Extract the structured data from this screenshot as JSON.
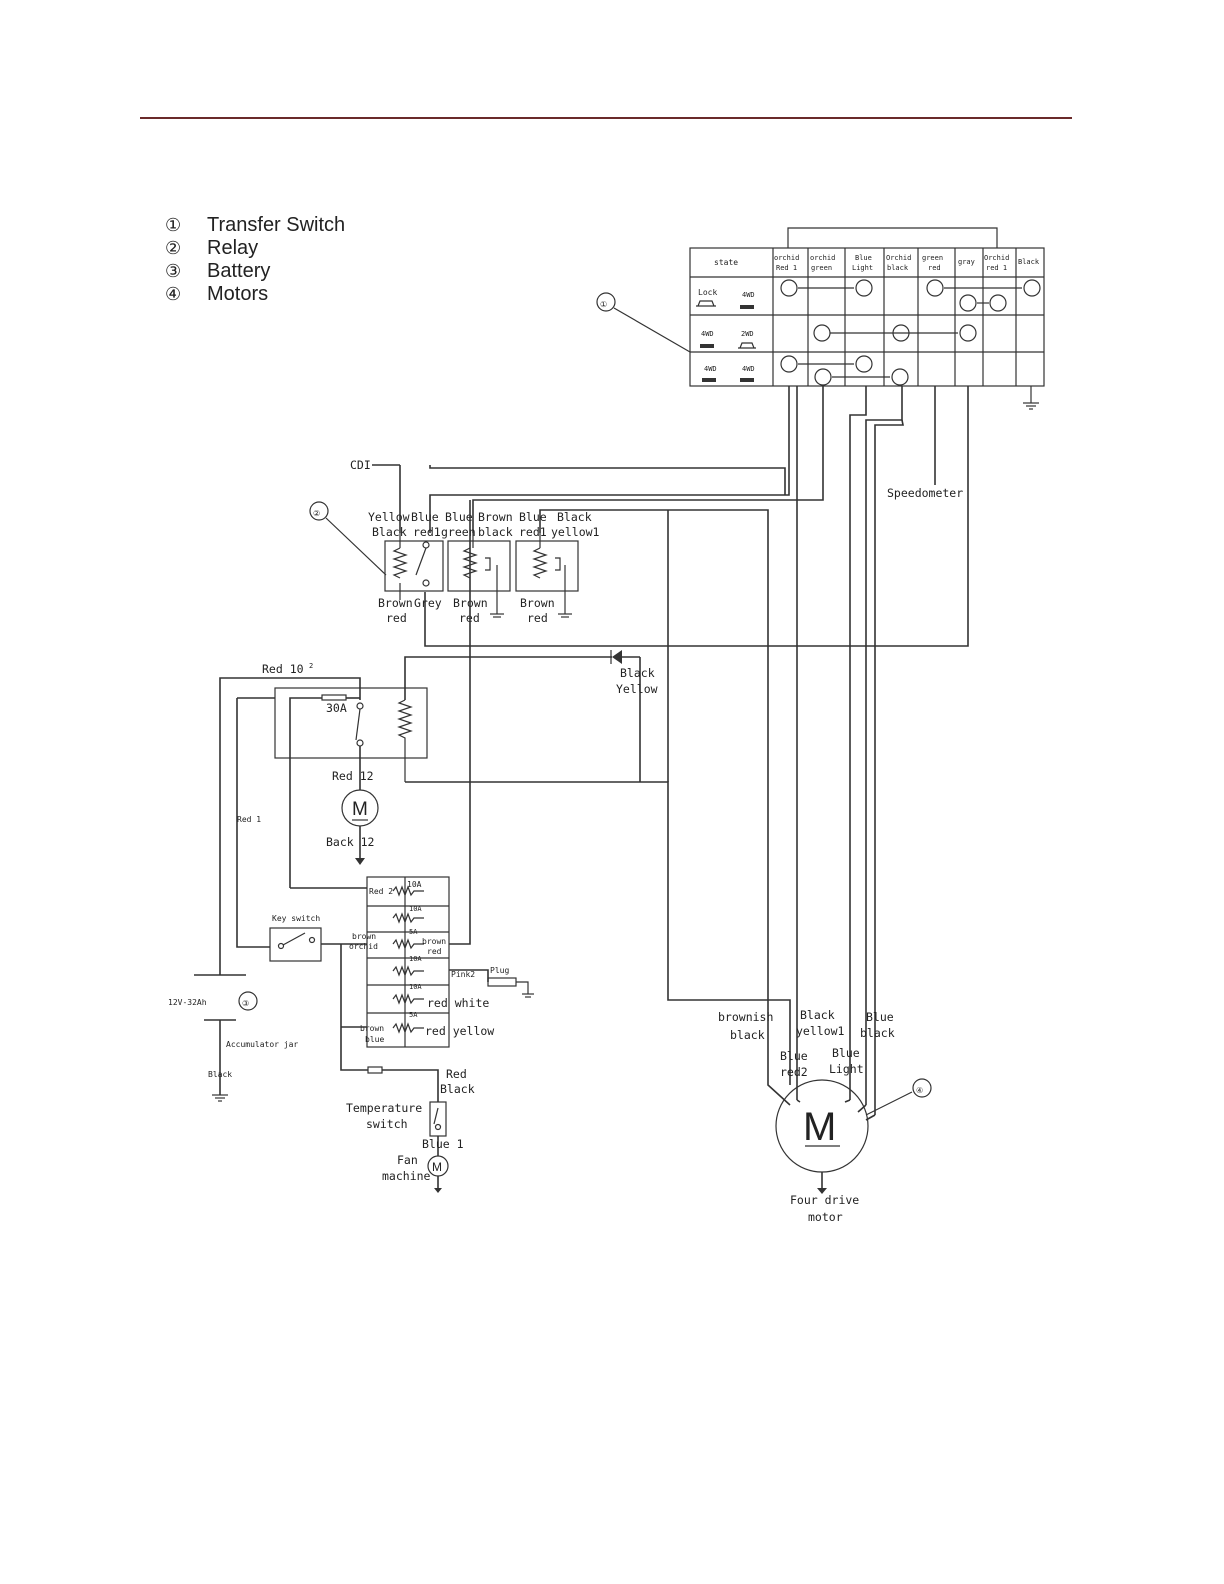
{
  "legend": [
    {
      "num": "①",
      "label": "Transfer Switch"
    },
    {
      "num": "②",
      "label": "Relay"
    },
    {
      "num": "③",
      "label": "Battery"
    },
    {
      "num": "④",
      "label": "Motors"
    }
  ],
  "callouts": {
    "c1": "①",
    "c2": "②",
    "c3": "③",
    "c4": "④"
  },
  "switch_table": {
    "state_header": "state",
    "columns": [
      [
        "orchid",
        "Red 1"
      ],
      [
        "orchid",
        "green"
      ],
      [
        "Blue",
        "Light"
      ],
      [
        "Orchid",
        "black"
      ],
      [
        "green",
        "red"
      ],
      [
        "gray"
      ],
      [
        "Orchid",
        "red 1"
      ],
      [
        "Black"
      ]
    ],
    "rows": [
      [
        "Lock",
        "4WD"
      ],
      [
        "4WD",
        "2WD"
      ],
      [
        "4WD",
        "4WD"
      ]
    ]
  },
  "labels": {
    "cdi": "CDI",
    "speedometer": "Speedometer",
    "relay_top": [
      [
        "Yellow",
        "Black"
      ],
      [
        "Blue",
        "red1"
      ],
      [
        "Blue",
        "green"
      ],
      [
        "Brown",
        "black"
      ],
      [
        "Blue",
        "red1"
      ],
      [
        "Black",
        "yellow1"
      ]
    ],
    "relay_bottom": [
      [
        "Brown",
        "red"
      ],
      [
        "Grey"
      ],
      [
        "Brown",
        "red"
      ],
      [
        "Brown",
        "red"
      ]
    ],
    "black_yellow": [
      "Black",
      "Yellow"
    ],
    "red10": "Red 10",
    "fuse30": "30A",
    "red12": "Red 12",
    "motor_m": "M",
    "back12": "Back 12",
    "red1": "Red 1",
    "red2": "Red 2",
    "key_switch": "Key switch",
    "brown_orchid": [
      "brown",
      "orchid"
    ],
    "brown_red": [
      "brown",
      "red"
    ],
    "fuses": [
      "10A",
      "10A",
      "5A",
      "10A",
      "10A",
      "5A"
    ],
    "pink2": "Pink2",
    "plug": "Plug",
    "red_white": "red white",
    "red_yellow": "red yellow",
    "brown_blue": [
      "brown",
      "blue"
    ],
    "battery": "12V-32Ah",
    "accumulator": "Accumulator jar",
    "black": "Black",
    "red_black": [
      "Red",
      "Black"
    ],
    "temp_switch": [
      "Temperature",
      "switch"
    ],
    "blue1": "Blue 1",
    "fan": [
      "Fan",
      "machine"
    ],
    "fan_m": "M",
    "brownish_black": [
      "brownish",
      "black"
    ],
    "black_yellow1": [
      "Black",
      "yellow1"
    ],
    "blue_black": [
      "Blue",
      "black"
    ],
    "blue_red2": [
      "Blue",
      "red2"
    ],
    "blue_light": [
      "Blue",
      "Light"
    ],
    "big_m": "M",
    "four_drive": [
      "Four drive",
      "motor"
    ]
  }
}
